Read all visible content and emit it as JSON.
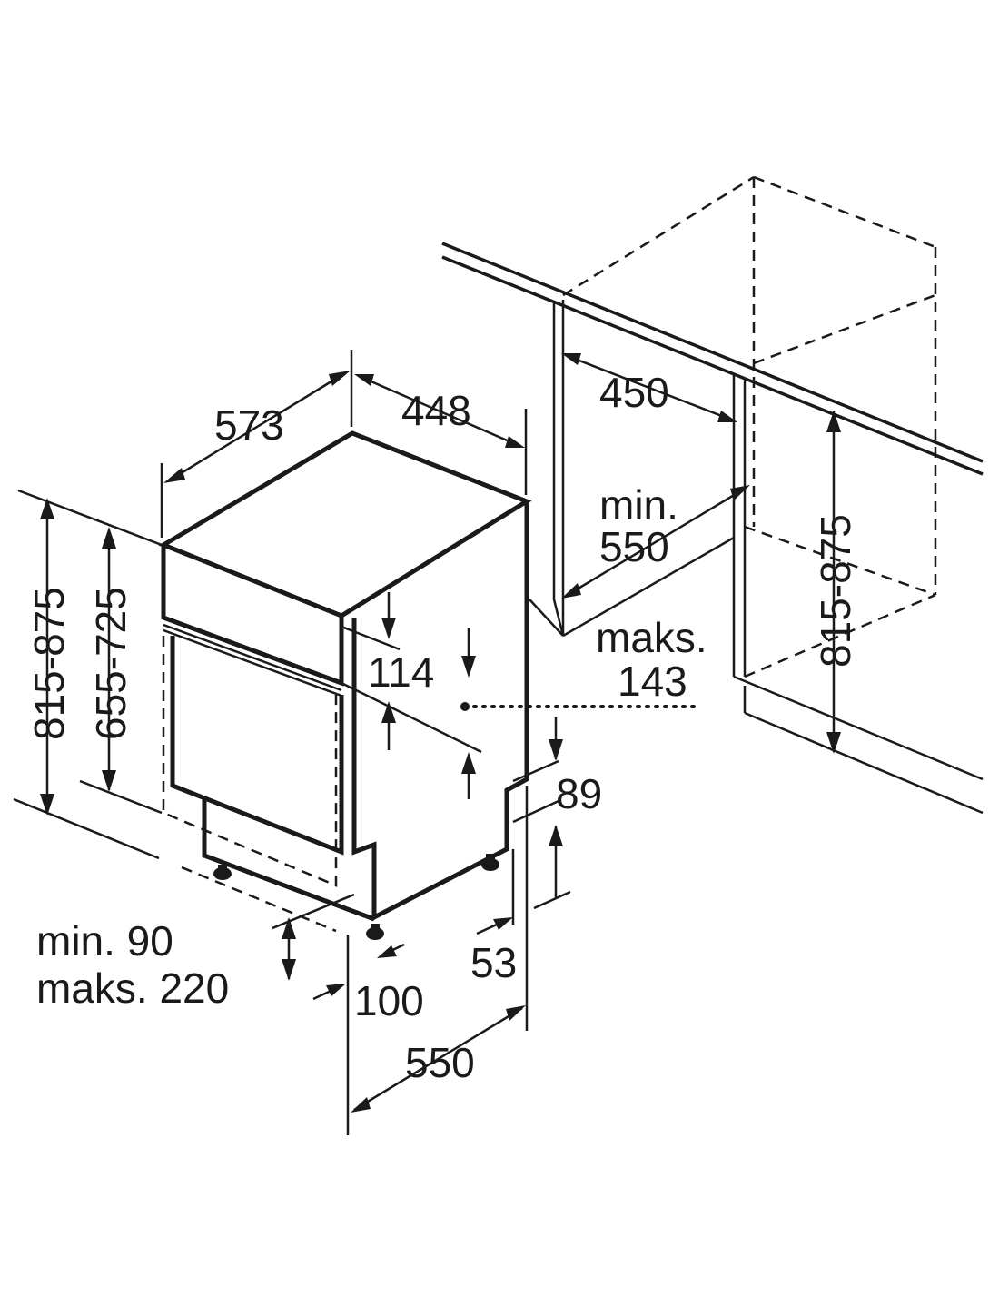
{
  "dimensions": {
    "depth_top": "573",
    "width_top": "448",
    "niche_width": "450",
    "niche_depth_min": "min.",
    "niche_depth_value": "550",
    "panel_height": "815-875",
    "niche_height": "815-875",
    "door_height": "655-725",
    "control_panel": "114",
    "panel_offset_label": "maks.",
    "panel_offset_value": "143",
    "plinth_height": "89",
    "plinth_recess_label_min": "min. 90",
    "plinth_recess_label_max": "maks. 220",
    "plinth_gap": "100",
    "foot_offset": "53",
    "total_depth": "550"
  },
  "colors": {
    "line": "#1a1a1a",
    "background": "#ffffff"
  }
}
